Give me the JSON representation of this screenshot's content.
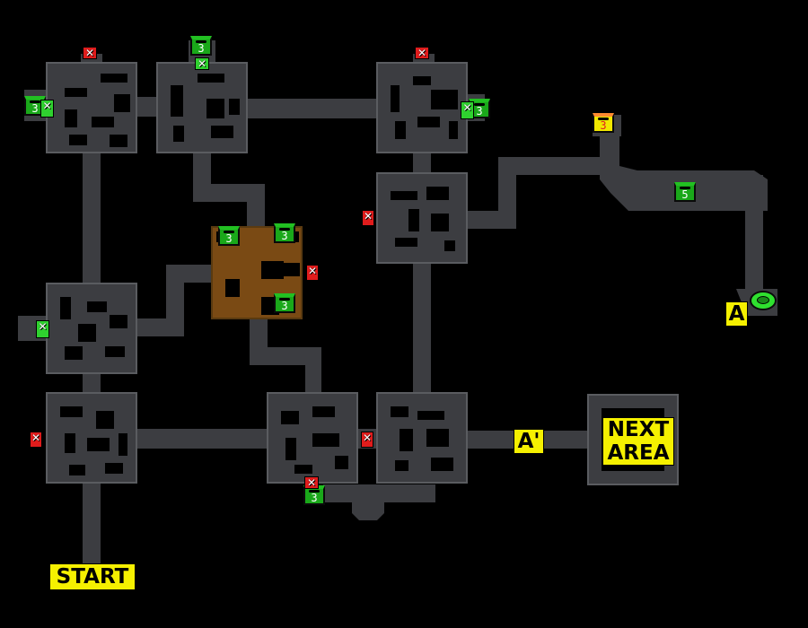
{
  "map": {
    "labels": {
      "start": "START",
      "next_area_line1": "NEXT",
      "next_area_line2": "AREA",
      "warp_a": "A",
      "warp_a_prime": "A'"
    },
    "chests": [
      {
        "id": "chest-1",
        "value": "3",
        "color": "green"
      },
      {
        "id": "chest-2",
        "value": "3",
        "color": "green"
      },
      {
        "id": "chest-3",
        "value": "3",
        "color": "green"
      },
      {
        "id": "chest-4",
        "value": "3",
        "color": "green"
      },
      {
        "id": "chest-5",
        "value": "3",
        "color": "green"
      },
      {
        "id": "chest-6",
        "value": "3",
        "color": "green"
      },
      {
        "id": "chest-7",
        "value": "3",
        "color": "green"
      },
      {
        "id": "chest-8",
        "value": "5",
        "color": "green"
      },
      {
        "id": "chest-9",
        "value": "3",
        "color": "yellow"
      }
    ],
    "colors": {
      "floor": "#3c3d41",
      "wall_edge": "#5a5c60",
      "special_floor": "#7a4a14",
      "chest_green": "#1aa81a",
      "label_yellow": "#f5f000",
      "blocked_red": "#e01c1c"
    }
  }
}
